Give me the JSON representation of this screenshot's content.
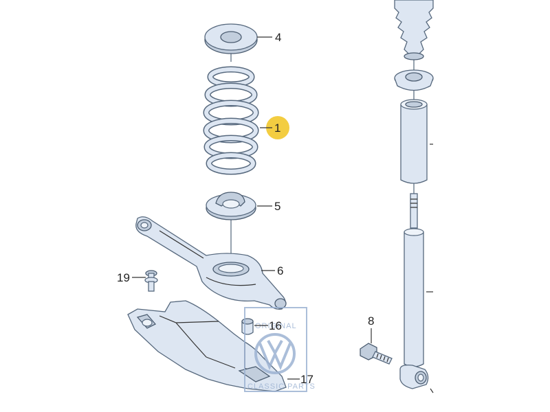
{
  "diagram": {
    "callouts": [
      {
        "id": "coil-spring",
        "number": "1",
        "highlighted": true
      },
      {
        "id": "upper-spring-seat",
        "number": "4"
      },
      {
        "id": "lower-spring-seat",
        "number": "5"
      },
      {
        "id": "trailing-arm",
        "number": "6"
      },
      {
        "id": "bolt",
        "number": "8"
      },
      {
        "id": "stop-buffer",
        "number": "16"
      },
      {
        "id": "mount-bracket",
        "number": "17"
      },
      {
        "id": "screw",
        "number": "19"
      }
    ],
    "highlight_color": "#f3cd41",
    "part_color": "#dde6f2",
    "line_color": "#56687d"
  },
  "watermark": {
    "top_text": "ORIGINAL",
    "bottom_text": "CLASSIC PARTS",
    "logo": "vw-logo",
    "color": "#9db3d3"
  }
}
